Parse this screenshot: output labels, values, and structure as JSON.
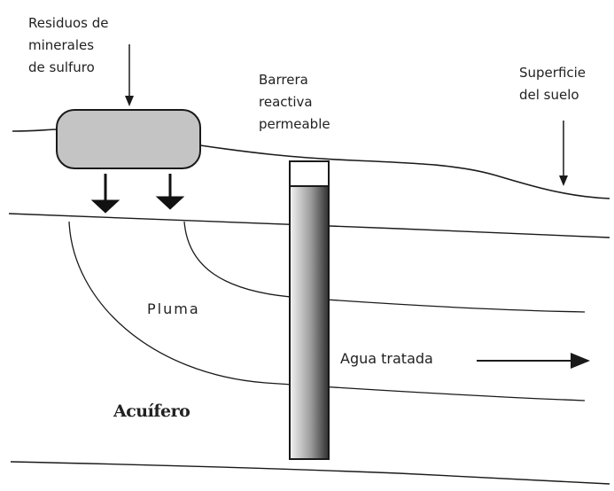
{
  "labels": {
    "residuos": [
      "Residuos de",
      "minerales",
      "de sulfuro"
    ],
    "barrera": [
      "Barrera",
      "reactiva",
      "permeable"
    ],
    "superficie": [
      "Superficie",
      "del suelo"
    ],
    "pluma": "Pluma",
    "agua": "Agua tratada",
    "acuifero": "Acuífero"
  },
  "colors": {
    "line": "#1a1a1a",
    "waste_fill": "#c4c4c4",
    "barrier_dark": "#3a3a3a",
    "barrier_light": "#ececec"
  }
}
